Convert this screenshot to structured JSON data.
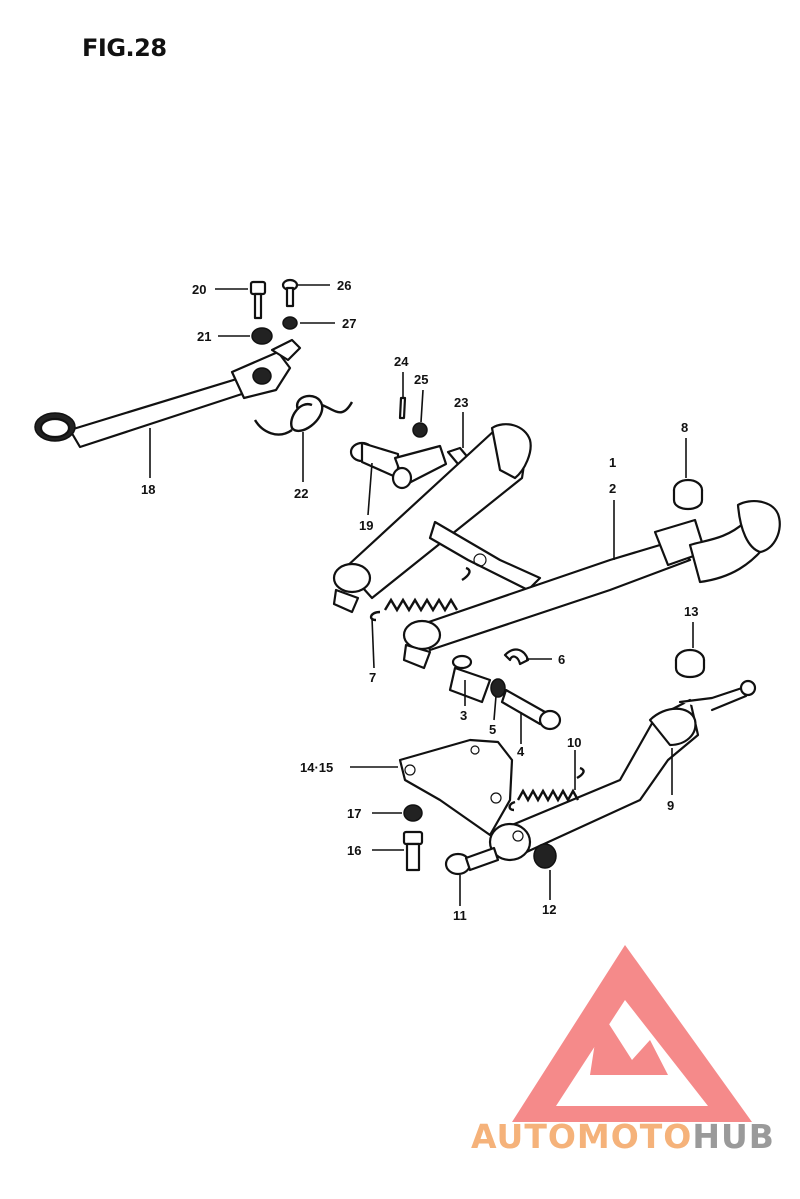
{
  "figure": {
    "title": "FIG.28"
  },
  "callouts": {
    "c1": "1",
    "c2": "2",
    "c3": "3",
    "c4": "4",
    "c5": "5",
    "c6": "6",
    "c7": "7",
    "c8": "8",
    "c9": "9",
    "c10": "10",
    "c11": "11",
    "c12": "12",
    "c13": "13",
    "c14_15": "14·15",
    "c16": "16",
    "c17": "17",
    "c18": "18",
    "c19": "19",
    "c20": "20",
    "c21": "21",
    "c22": "22",
    "c23": "23",
    "c24": "24",
    "c25": "25",
    "c26": "26",
    "c27": "27"
  },
  "watermark": {
    "part1": "AUTOMOTO",
    "part2": "HUB",
    "colors": {
      "triangle": "#f58a8a",
      "auto_text": "#f5b27a",
      "hub_text": "#9a9a9a"
    }
  }
}
